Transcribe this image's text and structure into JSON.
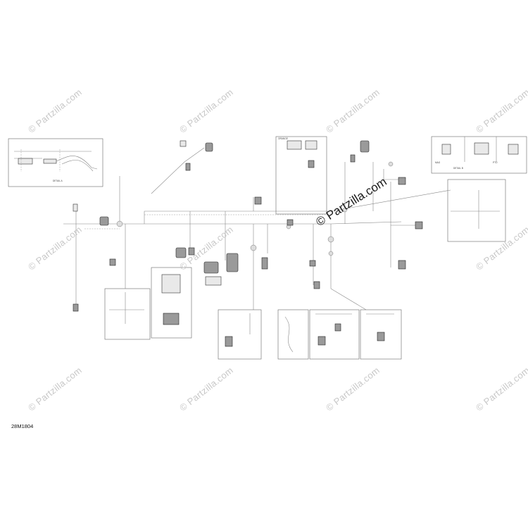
{
  "watermark": {
    "text": "© Partzilla.com",
    "main_text": "© Partzilla.com"
  },
  "diagram_id": "28M1804",
  "labels": {
    "detail_a": "DETAIL A",
    "detail_b": "DETAIL B",
    "mag": "MAG",
    "pto": "PTO",
    "orange": "ORANGE"
  },
  "colors": {
    "watermark": "#c8c8c8",
    "lines": "#888888",
    "text": "#111111"
  }
}
